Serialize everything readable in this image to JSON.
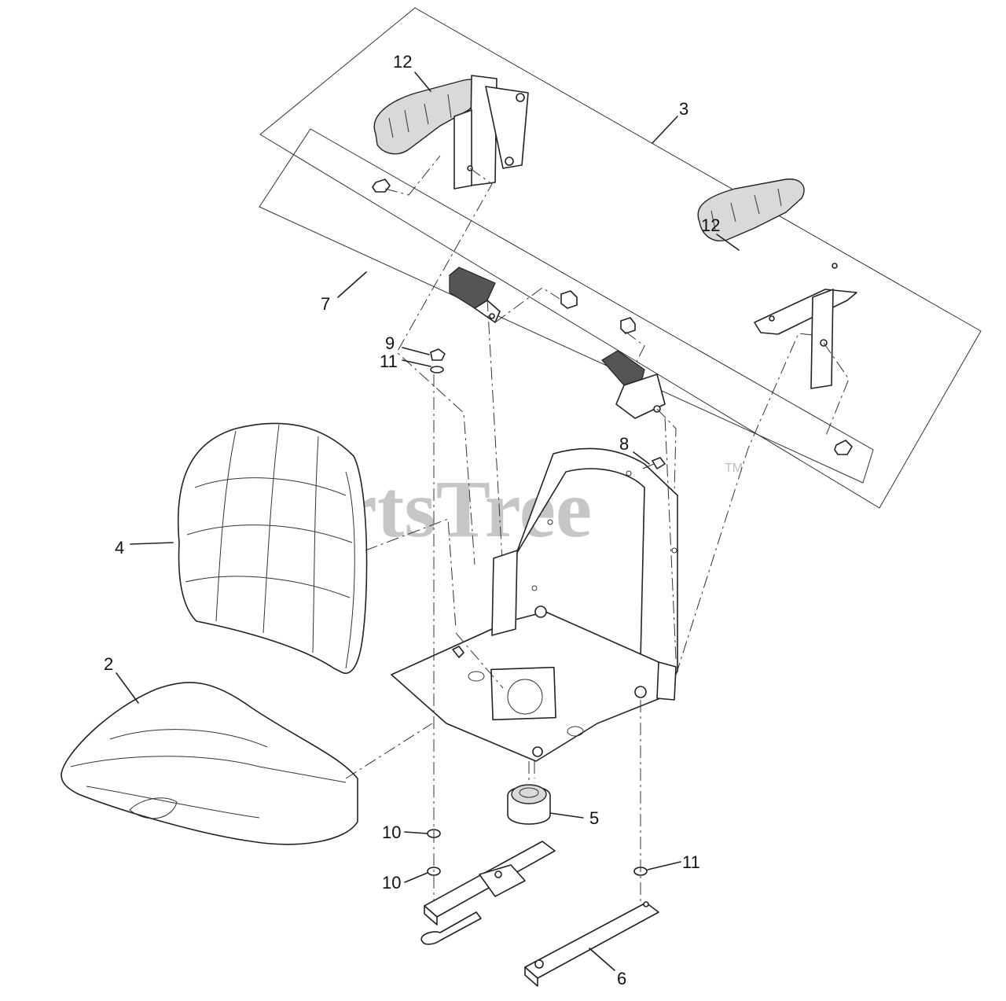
{
  "watermark": {
    "text": "PartsTree",
    "trademark": "TM"
  },
  "callouts": [
    {
      "id": "callout-12-left",
      "number": "12"
    },
    {
      "id": "callout-3",
      "number": "3"
    },
    {
      "id": "callout-12-right",
      "number": "12"
    },
    {
      "id": "callout-7",
      "number": "7"
    },
    {
      "id": "callout-8",
      "number": "8"
    },
    {
      "id": "callout-4",
      "number": "4"
    },
    {
      "id": "callout-9",
      "number": "9"
    },
    {
      "id": "callout-11-left",
      "number": "11"
    },
    {
      "id": "callout-2",
      "number": "2"
    },
    {
      "id": "callout-5",
      "number": "5"
    },
    {
      "id": "callout-10-upper",
      "number": "10"
    },
    {
      "id": "callout-10-lower",
      "number": "10"
    },
    {
      "id": "callout-11-right",
      "number": "11"
    },
    {
      "id": "callout-6",
      "number": "6"
    }
  ]
}
